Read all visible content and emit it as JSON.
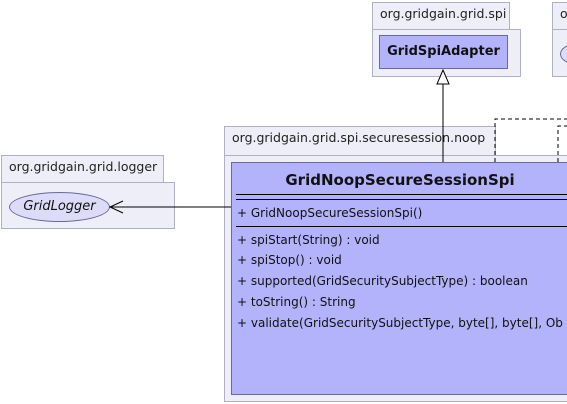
{
  "packages": {
    "spi": {
      "name": "org.gridgain.grid.spi",
      "class_name": "GridSpiAdapter"
    },
    "partial": {
      "name": "o"
    },
    "securesession": {
      "name": "org.gridgain.grid.spi.securesession.noop"
    },
    "logger": {
      "name": "org.gridgain.grid.logger",
      "interface_name": "GridLogger"
    }
  },
  "main_class": {
    "name": "GridNoopSecureSessionSpi",
    "constructors": [
      "+ GridNoopSecureSessionSpi()"
    ],
    "methods": [
      "+ spiStart(String) : void",
      "+ spiStop() : void",
      "+ supported(GridSecuritySubjectType) : boolean",
      "+ toString() : String",
      "+ validate(GridSecuritySubjectType, byte[], byte[], Ob"
    ]
  }
}
